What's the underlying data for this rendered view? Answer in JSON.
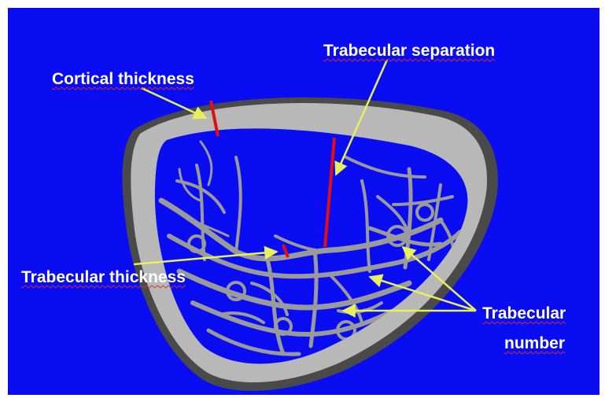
{
  "annotations": {
    "cortical_thickness": "Cortical thickness",
    "trabecular_separation": "Trabecular separation",
    "trabecular_thickness": "Trabecular thickness",
    "trabecular_number_line1": "Trabecular",
    "trabecular_number_line2": "number"
  },
  "colors": {
    "background": "#0a0cf2",
    "cortical_bone": "#b8b8b8",
    "trabecular_bone": "#9a9a9a",
    "measure_line": "#e01010",
    "arrow": "#e6f05a",
    "label_text": "#ffffff"
  }
}
